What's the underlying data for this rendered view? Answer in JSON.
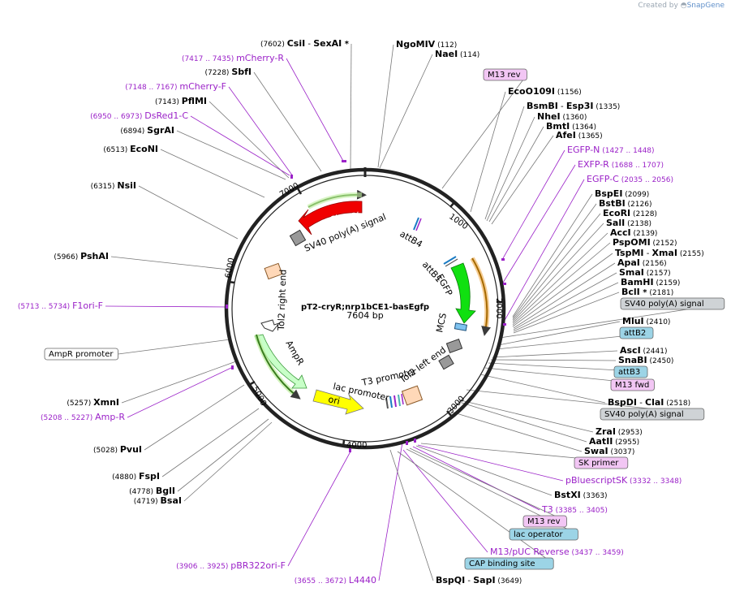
{
  "header": {
    "credit_prefix": "Created by",
    "credit_brand": "SnapGene"
  },
  "plasmid": {
    "name": "pT2-cryR;nrp1bCE1-basEgfp",
    "length_label": "7604 bp",
    "length": 7604
  },
  "ticks": [
    "1000",
    "2000",
    "3000",
    "4000",
    "5000",
    "6000",
    "7000"
  ],
  "features": [
    {
      "label": "mCherry",
      "color": "#f00000"
    },
    {
      "label": "SV40 poly(A) signal"
    },
    {
      "label": "attB4"
    },
    {
      "label": "attB1"
    },
    {
      "label": "EGFP",
      "color": "#10e010"
    },
    {
      "label": "MCS"
    },
    {
      "label": "Tol2 left end"
    },
    {
      "label": "T3 promoter"
    },
    {
      "label": "lac promoter"
    },
    {
      "label": "ori",
      "color": "#ffff00"
    },
    {
      "label": "AmpR",
      "color": "#c8ffc8"
    },
    {
      "label": "Tol2 right end"
    }
  ],
  "labels": [
    {
      "pos": "(7602)",
      "name": "CsiI",
      "sep": " - ",
      "name2": "SexAI",
      "suffix": " *"
    },
    {
      "name": "NgoMIV",
      "pos": "(112)"
    },
    {
      "name": "NaeI",
      "pos": "(114)"
    },
    {
      "range": "(7417 .. 7435)",
      "name": "mCherry-R"
    },
    {
      "pos": "(7228)",
      "name": "SbfI"
    },
    {
      "range": "(7148 .. 7167)",
      "name": "mCherry-F"
    },
    {
      "pos": "(7143)",
      "name": "PflMI"
    },
    {
      "range": "(6950 .. 6973)",
      "name": "DsRed1-C"
    },
    {
      "pos": "(6894)",
      "name": "SgrAI"
    },
    {
      "pos": "(6513)",
      "name": "EcoNI"
    },
    {
      "pos": "(6315)",
      "name": "NsiI"
    },
    {
      "pos": "(5966)",
      "name": "PshAI"
    },
    {
      "range": "(5713 .. 5734)",
      "name": "F1ori-F"
    },
    {
      "box": "AmpR promoter"
    },
    {
      "pos": "(5257)",
      "name": "XmnI"
    },
    {
      "range": "(5208 .. 5227)",
      "name": "Amp-R"
    },
    {
      "pos": "(5028)",
      "name": "PvuI"
    },
    {
      "pos": "(4880)",
      "name": "FspI"
    },
    {
      "pos": "(4778)",
      "name": "BglI"
    },
    {
      "pos": "(4719)",
      "name": "BsaI"
    },
    {
      "range": "(3906 .. 3925)",
      "name": "pBR322ori-F"
    },
    {
      "range": "(3655 .. 3672)",
      "name": "L4440"
    },
    {
      "name": "BspQI",
      "sep": " - ",
      "name2": "SapI",
      "pos": "(3649)"
    },
    {
      "box": "M13 rev"
    },
    {
      "name": "EcoO109I",
      "pos": "(1156)"
    },
    {
      "name": "BsmBI",
      "sep": " - ",
      "name2": "Esp3I",
      "pos": "(1335)"
    },
    {
      "name": "NheI",
      "pos": "(1360)"
    },
    {
      "name": "BmtI",
      "pos": "(1364)"
    },
    {
      "name": "AfeI",
      "pos": "(1365)"
    },
    {
      "name": "EGFP-N",
      "range": "(1427 .. 1448)"
    },
    {
      "name": "EXFP-R",
      "range": "(1688 .. 1707)"
    },
    {
      "name": "EGFP-C",
      "range": "(2035 .. 2056)"
    },
    {
      "name": "BspEI",
      "pos": "(2099)"
    },
    {
      "name": "BstBI",
      "pos": "(2126)"
    },
    {
      "name": "EcoRI",
      "pos": "(2128)"
    },
    {
      "name": "SalI",
      "pos": "(2138)"
    },
    {
      "name": "AccI",
      "pos": "(2139)"
    },
    {
      "name": "PspOMI",
      "pos": "(2152)"
    },
    {
      "name": "TspMI",
      "sep": " - ",
      "name2": "XmaI",
      "pos": "(2155)"
    },
    {
      "name": "ApaI",
      "pos": "(2156)"
    },
    {
      "name": "SmaI",
      "pos": "(2157)"
    },
    {
      "name": "BamHI",
      "pos": "(2159)"
    },
    {
      "name": "BclI",
      "suffix": " *",
      "pos": "(2181)"
    },
    {
      "box": "SV40 poly(A) signal"
    },
    {
      "name": "MluI",
      "pos": "(2410)"
    },
    {
      "box": "attB2"
    },
    {
      "name": "AscI",
      "pos": "(2441)"
    },
    {
      "name": "SnaBI",
      "pos": "(2450)"
    },
    {
      "box": "attB3"
    },
    {
      "box": "M13 fwd"
    },
    {
      "name": "BspDI",
      "sep": " - ",
      "name2": "ClaI",
      "pos": "(2518)"
    },
    {
      "box": "SV40 poly(A) signal"
    },
    {
      "name": "ZraI",
      "pos": "(2953)"
    },
    {
      "name": "AatII",
      "pos": "(2955)"
    },
    {
      "name": "SwaI",
      "pos": "(3037)"
    },
    {
      "box": "SK primer"
    },
    {
      "name": "pBluescriptSK",
      "range": "(3332 .. 3348)"
    },
    {
      "name": "BstXI",
      "pos": "(3363)"
    },
    {
      "name": "T3",
      "range": "(3385 .. 3405)"
    },
    {
      "box": "M13 rev"
    },
    {
      "box": "lac operator"
    },
    {
      "name": "M13/pUC Reverse",
      "range": "(3437 .. 3459)"
    },
    {
      "box": "CAP binding site"
    }
  ]
}
